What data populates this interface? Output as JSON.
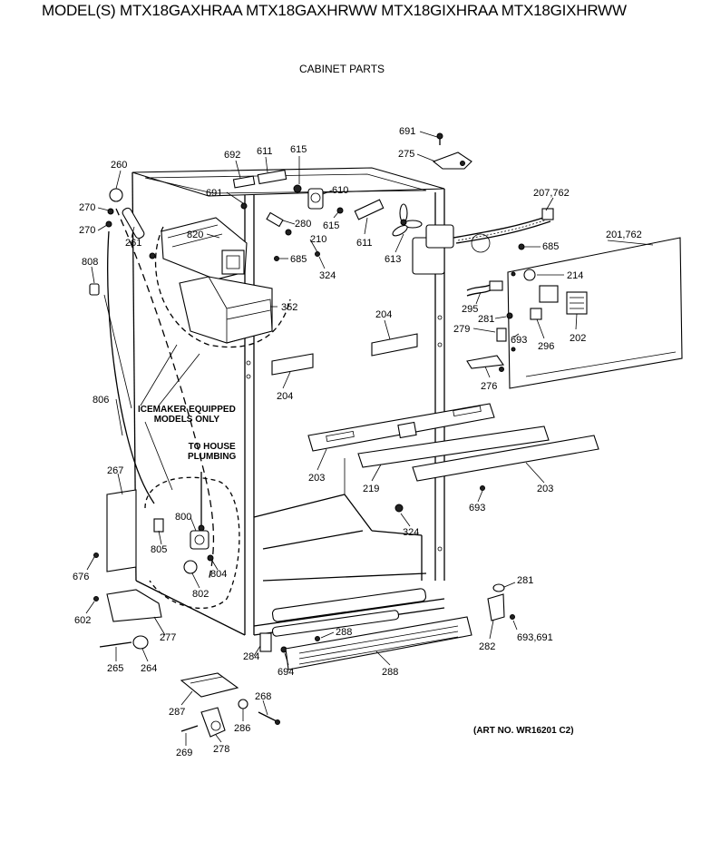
{
  "header": {
    "models": "MODEL(S) MTX18GAXHRAA  MTX18GAXHRWW  MTX18GIXHRAA  MTX18GIXHRWW",
    "section": "CABINET PARTS",
    "art_no": "(ART NO. WR16201 C2)"
  },
  "notes": {
    "icemaker_line1": "ICEMAKER EQUIPPED",
    "icemaker_line2": "MODELS ONLY",
    "plumbing_line1": "TO HOUSE",
    "plumbing_line2": "PLUMBING"
  },
  "labels": [
    {
      "id": "691-top",
      "text": "691"
    },
    {
      "id": "275",
      "text": "275"
    },
    {
      "id": "692",
      "text": "692"
    },
    {
      "id": "611-top",
      "text": "611"
    },
    {
      "id": "615-top",
      "text": "615"
    },
    {
      "id": "260",
      "text": "260"
    },
    {
      "id": "691-left",
      "text": "691"
    },
    {
      "id": "610",
      "text": "610"
    },
    {
      "id": "207-762",
      "text": "207,762"
    },
    {
      "id": "270-a",
      "text": "270"
    },
    {
      "id": "280",
      "text": "280"
    },
    {
      "id": "615-mid",
      "text": "615"
    },
    {
      "id": "270-b",
      "text": "270"
    },
    {
      "id": "820",
      "text": "820"
    },
    {
      "id": "210",
      "text": "210"
    },
    {
      "id": "611-mid",
      "text": "611"
    },
    {
      "id": "261",
      "text": "261"
    },
    {
      "id": "685-right",
      "text": "685"
    },
    {
      "id": "201-762",
      "text": "201,762"
    },
    {
      "id": "685-left",
      "text": "685"
    },
    {
      "id": "613",
      "text": "613"
    },
    {
      "id": "808",
      "text": "808"
    },
    {
      "id": "324-top",
      "text": "324"
    },
    {
      "id": "214",
      "text": "214"
    },
    {
      "id": "352",
      "text": "352"
    },
    {
      "id": "295",
      "text": "295"
    },
    {
      "id": "204-right",
      "text": "204"
    },
    {
      "id": "281-top",
      "text": "281"
    },
    {
      "id": "279",
      "text": "279"
    },
    {
      "id": "693-top",
      "text": "693"
    },
    {
      "id": "296",
      "text": "296"
    },
    {
      "id": "202",
      "text": "202"
    },
    {
      "id": "276",
      "text": "276"
    },
    {
      "id": "204-left",
      "text": "204"
    },
    {
      "id": "806",
      "text": "806"
    },
    {
      "id": "267",
      "text": "267"
    },
    {
      "id": "203-left",
      "text": "203"
    },
    {
      "id": "219",
      "text": "219"
    },
    {
      "id": "203-right",
      "text": "203"
    },
    {
      "id": "693-mid",
      "text": "693"
    },
    {
      "id": "800",
      "text": "800"
    },
    {
      "id": "324-bottom",
      "text": "324"
    },
    {
      "id": "805",
      "text": "805"
    },
    {
      "id": "804",
      "text": "804"
    },
    {
      "id": "676",
      "text": "676"
    },
    {
      "id": "802",
      "text": "802"
    },
    {
      "id": "281-bottom",
      "text": "281"
    },
    {
      "id": "602",
      "text": "602"
    },
    {
      "id": "277",
      "text": "277"
    },
    {
      "id": "288-top",
      "text": "288"
    },
    {
      "id": "693-691",
      "text": "693,691"
    },
    {
      "id": "282",
      "text": "282"
    },
    {
      "id": "284",
      "text": "284"
    },
    {
      "id": "265",
      "text": "265"
    },
    {
      "id": "264",
      "text": "264"
    },
    {
      "id": "694",
      "text": "694"
    },
    {
      "id": "288-bottom",
      "text": "288"
    },
    {
      "id": "268",
      "text": "268"
    },
    {
      "id": "287",
      "text": "287"
    },
    {
      "id": "286",
      "text": "286"
    },
    {
      "id": "269",
      "text": "269"
    },
    {
      "id": "278",
      "text": "278"
    }
  ]
}
